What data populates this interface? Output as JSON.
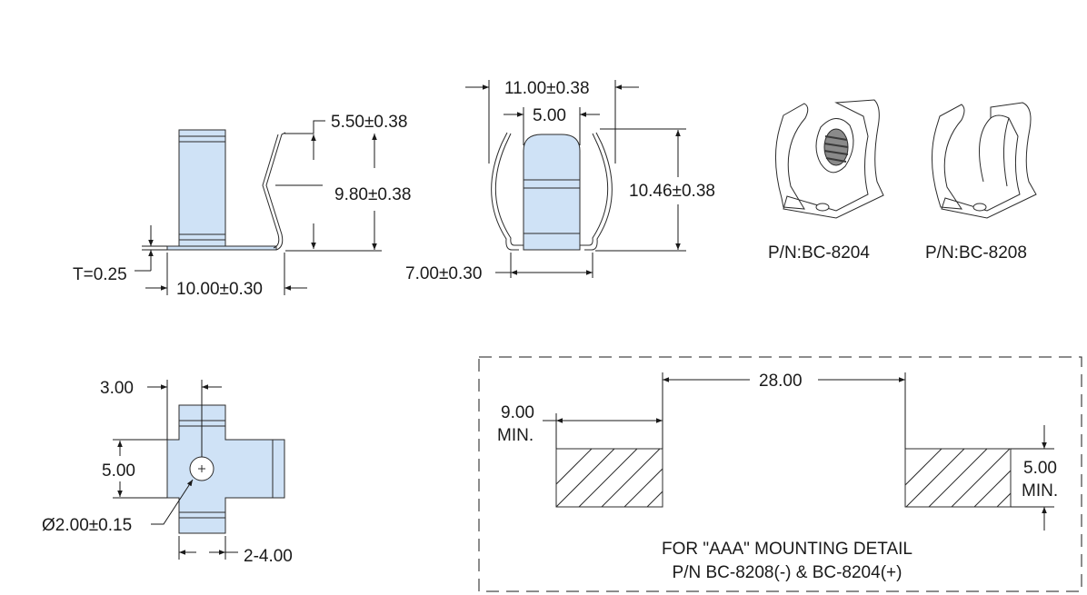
{
  "side_view": {
    "thickness": "T=0.25",
    "width": "10.00±0.30",
    "arm_offset": "5.50±0.38",
    "height": "9.80±0.38"
  },
  "front_view": {
    "outer_width": "11.00±0.38",
    "inner_width": "5.00",
    "height": "10.46±0.38",
    "base_width": "7.00±0.30"
  },
  "products": [
    {
      "label": "P/N:BC-8204"
    },
    {
      "label": "P/N:BC-8208"
    }
  ],
  "bottom_view": {
    "tab_spacing": "3.00",
    "height": "5.00",
    "hole": "Ø2.00±0.15",
    "tabs": "2-4.00"
  },
  "mounting": {
    "spacing": "28.00",
    "left_min_value": "9.00",
    "left_min_label": "MIN.",
    "right_min_value": "5.00",
    "right_min_label": "MIN.",
    "caption_line1": "FOR \"AAA\" MOUNTING DETAIL",
    "caption_line2": "P/N BC-8208(-) & BC-8204(+)"
  }
}
